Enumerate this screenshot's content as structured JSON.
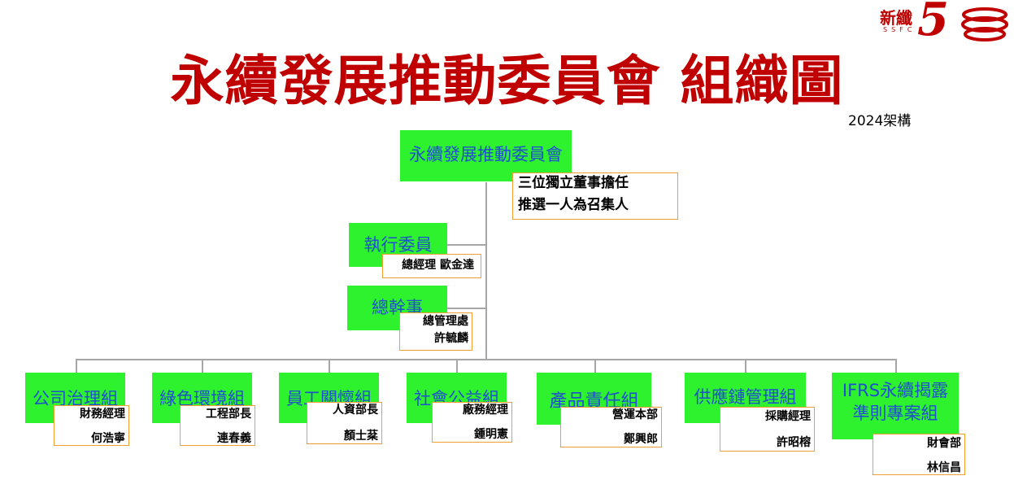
{
  "header": {
    "title": "永續發展推動委員會 組織圖",
    "year": "2024架構",
    "logo_text": "新纖",
    "logo_sub": "SSFC",
    "logo_number": "5"
  },
  "colors": {
    "title": "#c00000",
    "box_fill": "#2ef22e",
    "box_text": "#1f4fd0",
    "note_border": "#f0a030",
    "connector": "#a6a6a6"
  },
  "top": {
    "name": "永續發展推動委員會",
    "note_line1": "三位獨立董事擔任",
    "note_line2": "推選一人為召集人"
  },
  "exec": {
    "name": "執行委員",
    "person": "總經理 歐金達"
  },
  "secretary": {
    "name": "總幹事",
    "dept": "總管理處",
    "person": "許毓麟"
  },
  "groups": [
    {
      "name": "公司治理組",
      "role": "財務經理",
      "person": "何浩寧"
    },
    {
      "name": "綠色環境組",
      "role": "工程部長",
      "person": "連春義"
    },
    {
      "name": "員工關懷組",
      "role": "人資部長",
      "person": "顏士棻"
    },
    {
      "name": "社會公益組",
      "role": "廠務經理",
      "person": "鍾明憲"
    },
    {
      "name": "產品責任組",
      "role": "營運本部",
      "person": "鄭興郎"
    },
    {
      "name": "供應鏈管理組",
      "role": "採購經理",
      "person": "許昭榕"
    },
    {
      "name_line1": "IFRS永續揭露",
      "name_line2": "準則專案組",
      "role": "財會部",
      "person": "林信昌"
    }
  ]
}
